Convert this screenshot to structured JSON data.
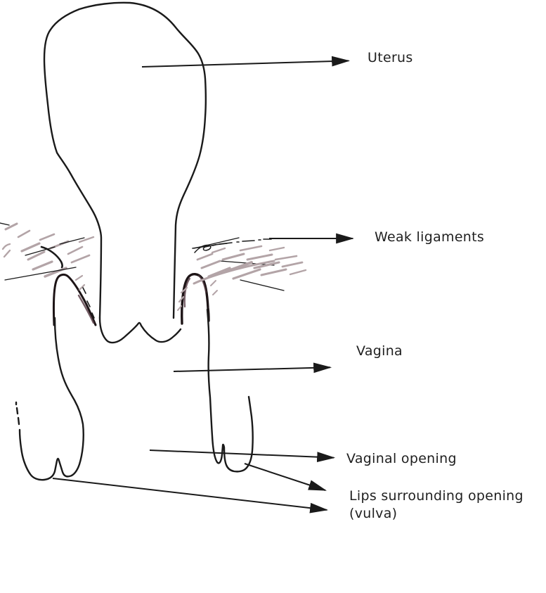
{
  "labels": {
    "uterus": "Uterus",
    "weak_ligaments": "Weak ligaments",
    "vagina": "Vagina",
    "vaginal_opening": "Vaginal opening",
    "lips_line1": "Lips surrounding opening",
    "lips_line2": "(vulva)"
  },
  "colors": {
    "background": "#ffffff",
    "ink": "#1a1a1a",
    "ligament_pink": "#b3a4a7",
    "ligament_dark": "#5a4049",
    "outline_dark": "#1d1416",
    "label_text": "#1f1f1f"
  }
}
